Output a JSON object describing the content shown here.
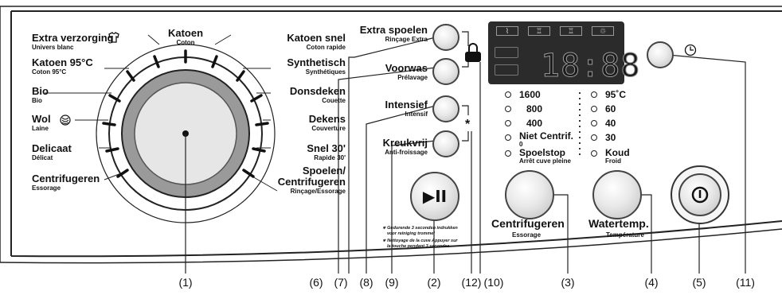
{
  "dial": {
    "top": {
      "label": "Katoen",
      "sub": "Coton"
    },
    "left": [
      {
        "label": "Extra verzorging",
        "sub": "Univers blanc"
      },
      {
        "label": "Katoen 95°C",
        "sub": "Coton 95°C"
      },
      {
        "label": "Bio",
        "sub": "Bio"
      },
      {
        "label": "Wol",
        "sub": "Laine"
      },
      {
        "label": "Delicaat",
        "sub": "Délicat"
      },
      {
        "label": "Centrifugeren",
        "sub": "Essorage"
      }
    ],
    "right": [
      {
        "label": "Katoen snel",
        "sub": "Coton rapide"
      },
      {
        "label": "Synthetisch",
        "sub": "Synthétiques"
      },
      {
        "label": "Donsdeken",
        "sub": "Couette"
      },
      {
        "label": "Dekens",
        "sub": "Couverture"
      },
      {
        "label": "Snel 30'",
        "sub": "Rapide 30'"
      },
      {
        "label": "Spoelen/",
        "label2": "Centrifugeren",
        "sub": "Rinçage/Essorage"
      }
    ]
  },
  "option_buttons": [
    {
      "label": "Extra spoelen",
      "sub": "Rinçage Extra"
    },
    {
      "label": "Voorwas",
      "sub": "Prélavage"
    },
    {
      "label": "Intensief",
      "sub": "Intensif"
    },
    {
      "label": "Kreukvrij",
      "sub": "Anti-froissage"
    }
  ],
  "play_pause_symbol": "▶II",
  "asterisk": "*",
  "notes": [
    {
      "line1": "∗ Gedurende 3 seconden indrukken",
      "line2": "voor reiniging trommel"
    },
    {
      "line1": "∗ Nettoyage de la cuve Appuyer sur",
      "line2": "la touche pendant 3 secondes"
    }
  ],
  "display": {
    "digits": "18:88",
    "icons": [
      "cotton-icon",
      "synthetic-icon",
      "wool-icon",
      "hand-wash-icon"
    ]
  },
  "spin_options": [
    "1600",
    "800",
    "400",
    "Niet Centrif.",
    "Spoelstop"
  ],
  "spin_option_subs": {
    "niet": "0",
    "spoelstop": "Arrêt cuve pleine"
  },
  "temp_options": [
    "95˚C",
    "60",
    "40",
    "30",
    "Koud"
  ],
  "temp_option_sub": "Froid",
  "spin_button": {
    "label": "Centrifugeren",
    "sub": "Essorage"
  },
  "temp_button": {
    "label": "Watertemp.",
    "sub": "Température"
  },
  "callouts": [
    "(1)",
    "(6)",
    "(7)",
    "(8)",
    "(9)",
    "(2)",
    "(12)",
    "(10)",
    "(3)",
    "(4)",
    "(5)",
    "(11)"
  ]
}
